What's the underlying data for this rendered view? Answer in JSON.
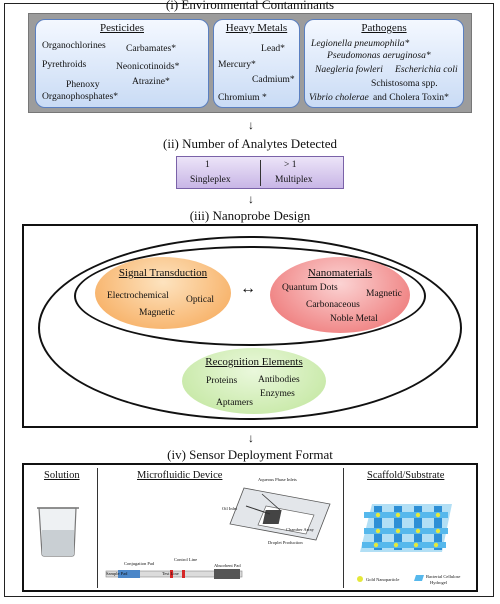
{
  "sections": {
    "environmental": {
      "title": "(i) Environmental Contaminants",
      "pesticides": {
        "title": "Pesticides",
        "items": [
          "Organochlorines",
          "Carbamates*",
          "Pyrethroids",
          "Neonicotinoids*",
          "Phenoxy",
          "Atrazine*",
          "Organophosphates*"
        ]
      },
      "heavy_metals": {
        "title": "Heavy Metals",
        "items": [
          "Lead*",
          "Mercury*",
          "Cadmium*",
          "Chromium *"
        ]
      },
      "pathogens": {
        "title": "Pathogens",
        "items": [
          "Legionella pneumophila*",
          "Pseudomonas aeruginosa*",
          "Naegleria fowleri",
          "Escherichia coli",
          "Schistosoma spp.",
          "Vibrio cholerae",
          "and Cholera Toxin*"
        ]
      }
    },
    "analytes": {
      "title": "(ii) Number of Analytes Detected",
      "single_value": "1",
      "single_label": "Singleplex",
      "multi_value": "> 1",
      "multi_label": "Multiplex"
    },
    "nanoprobe": {
      "title": "(iii) Nanoprobe Design",
      "signal": {
        "title": "Signal Transduction",
        "items": [
          "Electrochemical",
          "Optical",
          "Magnetic"
        ]
      },
      "nanomaterials": {
        "title": "Nanomaterials",
        "items": [
          "Quantum Dots",
          "Magnetic",
          "Carbonaceous",
          "Noble Metal"
        ]
      },
      "recognition": {
        "title": "Recognition Elements",
        "items": [
          "Proteins",
          "Antibodies",
          "Enzymes",
          "Aptamers"
        ]
      },
      "link_symbol": "↔"
    },
    "deployment": {
      "title": "(iv) Sensor Deployment Format",
      "solution": "Solution",
      "microfluidic": {
        "title": "Microfluidic Device",
        "labels": [
          "Aqueous Phase Inlets",
          "Oil Inlet",
          "Droplet Production",
          "Chamber Array",
          "Conjugation Pad",
          "Control Line",
          "Sample Pad",
          "Test Line",
          "Absorbent Pad"
        ]
      },
      "scaffold": {
        "title": "Scaffold/Substrate",
        "legend": [
          "Gold Nanoparticle",
          "Bacterial Cellulose",
          "Hydrogel"
        ]
      }
    }
  },
  "colors": {
    "panel_gray": "#9c9c9c",
    "card_blue": "#c9dbf5",
    "plex_purple": "#c8b6e6",
    "signal_orange": "#f6a552",
    "nano_red": "#ec6a6a",
    "recog_green": "#bfe59a"
  }
}
